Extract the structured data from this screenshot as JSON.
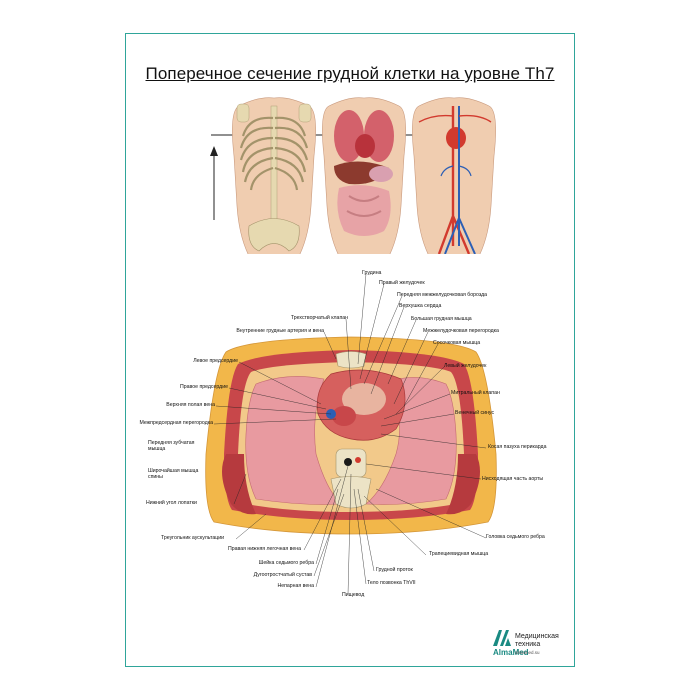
{
  "title": "Поперечное сечение грудной клетки на уровне Th7",
  "labels": {
    "grudina": "Грудина",
    "prav_zheludochek": "Правый желудочек",
    "perednyaya_borozda": "Передняя межжелудочковая борозда",
    "trehstvorch": "Трехстворчатый клапан",
    "verhushka": "Верхушка сердца",
    "bolshaya_grud": "Большая грудная мышца",
    "vnutr_grud": "Внутренние грудные артерия и вена",
    "mezhzhel_peregorodka": "Межжелудочковая перегородка",
    "sosochkovaya": "Сосочковая мышца",
    "levoe_predserdie": "Левое предсердие",
    "lev_zheludochek": "Левый желудочек",
    "pravoe_predserdie": "Правое предсердие",
    "mitralny": "Митральный клапан",
    "verhnyaya_polaya": "Верхняя полая вена",
    "venechny": "Венечный синус",
    "mezhpredserd": "Межпредсердная перегородка",
    "perednyaya_zubch": "Передняя зубчатая мышца",
    "kosaya_pazuha": "Косая пазуха перикарда",
    "shirochaishaya": "Широчайшая мышца спины",
    "nishodyashaya": "Нисходящая часть аорты",
    "nizhny_ugol": "Нижний угол лопатки",
    "golovka": "Головка седьмого ребра",
    "treugolnik": "Треугольник аускультации",
    "trapeciya": "Трапециевидная мышца",
    "prav_nizh_legochnaya": "Правая нижняя легочная вена",
    "sheika": "Шейка седьмого ребра",
    "grudnoi_protok": "Грудной проток",
    "dugootrostch": "Дугоотростчатый сустав",
    "telo_pozvonka": "Тело позвонка ThVII",
    "neparnaya": "Непарная вена",
    "pishevod": "Пищевод"
  },
  "brand": {
    "name": "AlmaMed",
    "line1": "Медицинская",
    "line2": "техника",
    "site": "almamed.su"
  },
  "colors": {
    "frame": "#2fa59a",
    "skin": "#f0cdb0",
    "fat": "#f2b74a",
    "muscle": "#c8474a",
    "lung": "#e89aa0",
    "bone": "#ece3c6",
    "artery": "#d23a2e",
    "vein": "#2c5fb5"
  },
  "icons": {
    "level_arrow": "up-arrow-icon",
    "brand_logo": "almamed-logo-icon"
  }
}
